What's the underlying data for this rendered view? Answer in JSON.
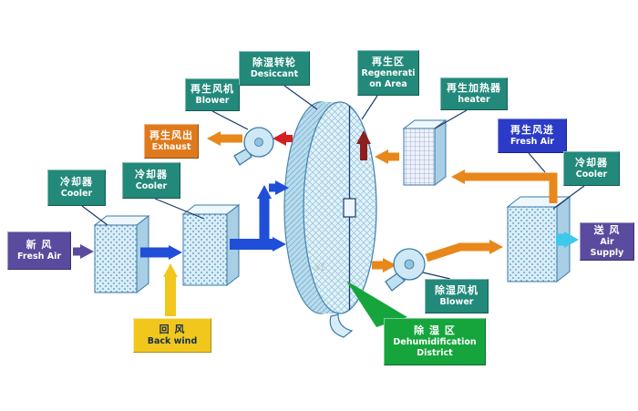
{
  "diagram": {
    "watermark": "xt",
    "labels": {
      "fresh_air_in": {
        "zh": "新  风",
        "en": "Fresh Air"
      },
      "cooler_left_1": {
        "zh": "冷却器",
        "en": "Cooler"
      },
      "cooler_left_2": {
        "zh": "冷却器",
        "en": "Cooler"
      },
      "back_wind": {
        "zh": "回  风",
        "en": "Back wind"
      },
      "regen_blower": {
        "zh": "再生风机",
        "en": "Blower"
      },
      "regen_exhaust": {
        "zh": "再生风出",
        "en": "Exhaust"
      },
      "desiccant_wheel": {
        "zh": "除湿转轮",
        "en": "Desiccant"
      },
      "regen_area": {
        "zh": "再生区",
        "en": "Regeneration Area"
      },
      "regen_heater": {
        "zh": "再生加热器",
        "en": "heater"
      },
      "regen_fresh_air": {
        "zh": "再生风进",
        "en": "Fresh Air"
      },
      "cooler_right": {
        "zh": "冷却器",
        "en": "Cooler"
      },
      "air_supply": {
        "zh": "送  风",
        "en": "Air Supply"
      },
      "dehum_blower": {
        "zh": "除湿风机",
        "en": "Blower"
      },
      "dehum_district": {
        "zh": "除 湿  区",
        "en": "Dehumidification District"
      }
    },
    "colors": {
      "label_teal": "#23897a",
      "label_purple": "#5a4b9e",
      "label_orange": "#df7a1c",
      "label_yellow": "#f2c71d",
      "label_blue": "#2b3bc8",
      "label_green": "#16a53c",
      "arrow_blue": "#1f4fd8",
      "arrow_purple": "#5a4b9e",
      "arrow_yellow": "#f2c71d",
      "arrow_orange": "#e8871a",
      "arrow_red": "#d42020",
      "arrow_maroon": "#8e1f1f",
      "arrow_cyan": "#3cc9ec",
      "arrow_green": "#16a53c",
      "equipment_fill": "#d9edf8",
      "equipment_stroke": "#3b7aa8"
    }
  }
}
